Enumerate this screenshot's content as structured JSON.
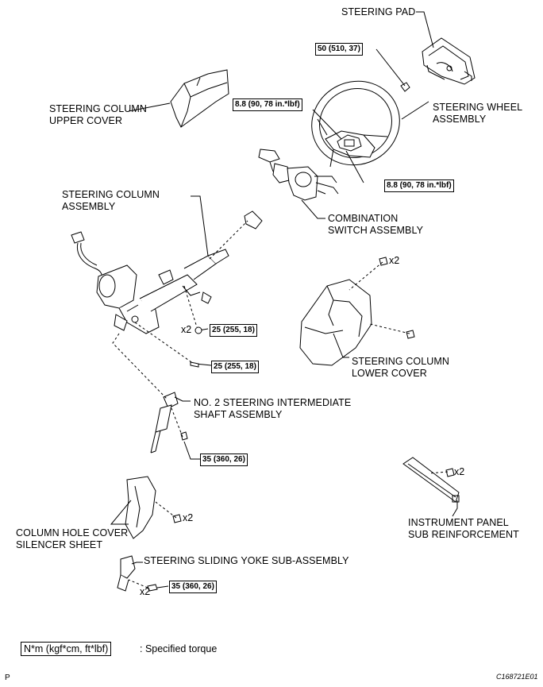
{
  "labels": {
    "steering_pad": "STEERING PAD",
    "steering_wheel_1": "STEERING WHEEL",
    "steering_wheel_2": "ASSEMBLY",
    "upper_cover_1": "STEERING COLUMN",
    "upper_cover_2": "UPPER COVER",
    "column_assy_1": "STEERING COLUMN",
    "column_assy_2": "ASSEMBLY",
    "combo_switch_1": "COMBINATION",
    "combo_switch_2": "SWITCH ASSEMBLY",
    "lower_cover_1": "STEERING COLUMN",
    "lower_cover_2": "LOWER COVER",
    "intermediate_1": "NO. 2 STEERING INTERMEDIATE",
    "intermediate_2": "SHAFT ASSEMBLY",
    "instrument_1": "INSTRUMENT PANEL",
    "instrument_2": "SUB REINFORCEMENT",
    "silencer_1": "COLUMN HOLE COVER",
    "silencer_2": "SILENCER SHEET",
    "sliding_yoke": "STEERING SLIDING YOKE SUB-ASSEMBLY"
  },
  "torques": {
    "pad": "50 (510, 37)",
    "wheel_left": "8.8 (90, 78 in.*lbf)",
    "wheel_right": "8.8 (90, 78 in.*lbf)",
    "column_upper": "25 (255, 18)",
    "column_lower": "25 (255, 18)",
    "intermediate": "35 (360, 26)",
    "yoke": "35 (360, 26)"
  },
  "multipliers": {
    "lower_cover": "x2",
    "column_nut": "x2",
    "instrument": "x2",
    "silencer": "x2",
    "yoke": "x2"
  },
  "legend": {
    "unit": "N*m (kgf*cm, ft*lbf)",
    "text": ": Specified torque"
  },
  "footer": {
    "page_letter": "P",
    "figure_code": "C168721E01"
  }
}
